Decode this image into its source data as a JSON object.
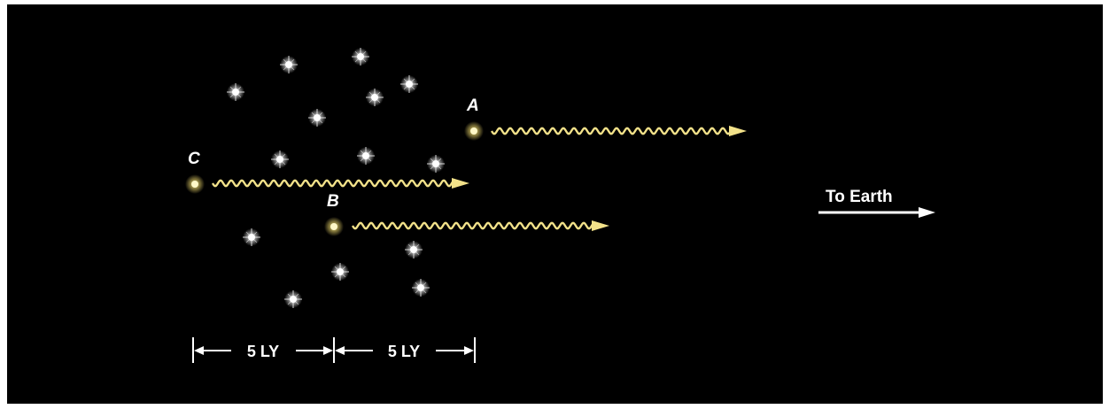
{
  "diagram": {
    "labels": {
      "star_a": "A",
      "star_b": "B",
      "star_c": "C",
      "to_earth": "To Earth",
      "scale_left": "5 LY",
      "scale_right": "5 LY"
    },
    "colors": {
      "background": "#000000",
      "star_white": "#ffffff",
      "highlight_star": "#f5e27a",
      "light_wave": "#f3e28a",
      "text": "#ffffff"
    },
    "icons": {
      "white_star": "sparkle-star-icon",
      "highlight_star": "yellow-star-icon",
      "light_path": "wavy-arrow-icon"
    }
  }
}
